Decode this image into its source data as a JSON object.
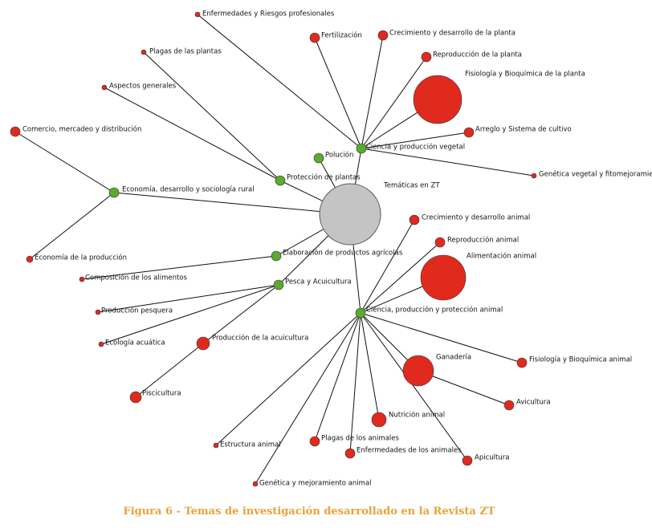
{
  "caption": "Figura 6 - Temas de investigación desarrollado en la Revista ZT",
  "colors": {
    "root": "#c4c4c4",
    "hub": "#5aab2e",
    "leaf": "#e02a1e",
    "caption": "#e8a33a"
  },
  "nodes": [
    {
      "id": "root",
      "label": "Temáticas en ZT",
      "kind": "root"
    },
    {
      "id": "cpv",
      "label": "Ciencia y producción vegetal",
      "kind": "hub"
    },
    {
      "id": "pol",
      "label": "Polución",
      "kind": "hub"
    },
    {
      "id": "ppl",
      "label": "Protección de plantas",
      "kind": "hub"
    },
    {
      "id": "eco",
      "label": "Economía, desarrollo y sociología rural",
      "kind": "hub"
    },
    {
      "id": "epa",
      "label": "Elaboración de productos agrícolas",
      "kind": "hub"
    },
    {
      "id": "pyac",
      "label": "Pesca y Acuicultura",
      "kind": "hub"
    },
    {
      "id": "cppa",
      "label": "Ciencia, producción y protección animal",
      "kind": "hub"
    },
    {
      "id": "erp",
      "label": "Enfermedades y Riesgos profesionales",
      "kind": "leaf"
    },
    {
      "id": "fer",
      "label": "Fertilización",
      "kind": "leaf"
    },
    {
      "id": "cdp",
      "label": "Crecimiento y desarrollo de la planta",
      "kind": "leaf"
    },
    {
      "id": "rep",
      "label": "Reproducción de la planta",
      "kind": "leaf"
    },
    {
      "id": "fbp",
      "label": "Fisiología y Bioquímica de la planta",
      "kind": "leaf"
    },
    {
      "id": "asc",
      "label": "Arreglo y Sistema de cultivo",
      "kind": "leaf"
    },
    {
      "id": "gvf",
      "label": "Genética vegetal y fitomejoramiento",
      "kind": "leaf"
    },
    {
      "id": "plp",
      "label": "Plagas de las plantas",
      "kind": "leaf"
    },
    {
      "id": "asg",
      "label": "Aspectos generales",
      "kind": "leaf"
    },
    {
      "id": "cmd",
      "label": "Comercio, mercadeo y distribución",
      "kind": "leaf"
    },
    {
      "id": "epr",
      "label": "Economía de la producción",
      "kind": "leaf"
    },
    {
      "id": "cal",
      "label": "Composición de los alimentos",
      "kind": "leaf"
    },
    {
      "id": "pp",
      "label": "Producción pesquera",
      "kind": "leaf"
    },
    {
      "id": "ea",
      "label": "Ecología acuática",
      "kind": "leaf"
    },
    {
      "id": "pac",
      "label": "Producción de la acuicultura",
      "kind": "leaf"
    },
    {
      "id": "pis",
      "label": "Piscicultura",
      "kind": "leaf"
    },
    {
      "id": "cda",
      "label": "Crecimiento y desarrollo animal",
      "kind": "leaf"
    },
    {
      "id": "ran",
      "label": "Reproducción animal",
      "kind": "leaf"
    },
    {
      "id": "aan",
      "label": "Alimentación animal",
      "kind": "leaf"
    },
    {
      "id": "fba",
      "label": "Fisiología y Bioquímica animal",
      "kind": "leaf"
    },
    {
      "id": "gan",
      "label": "Ganadería",
      "kind": "leaf"
    },
    {
      "id": "avi",
      "label": "Avicultura",
      "kind": "leaf"
    },
    {
      "id": "nan",
      "label": "Nutrición animal",
      "kind": "leaf"
    },
    {
      "id": "api",
      "label": "Apicultura",
      "kind": "leaf"
    },
    {
      "id": "ena",
      "label": "Enfermedades de los animales",
      "kind": "leaf"
    },
    {
      "id": "pla",
      "label": "Plagas de los animales",
      "kind": "leaf"
    },
    {
      "id": "ean",
      "label": "Estructura animal",
      "kind": "leaf"
    },
    {
      "id": "gma",
      "label": "Genética y mejoramiento animal",
      "kind": "leaf"
    }
  ],
  "edges": [
    [
      "root",
      "cpv"
    ],
    [
      "root",
      "pol"
    ],
    [
      "root",
      "ppl"
    ],
    [
      "root",
      "eco"
    ],
    [
      "root",
      "epa"
    ],
    [
      "root",
      "pyac"
    ],
    [
      "root",
      "cppa"
    ],
    [
      "cpv",
      "erp"
    ],
    [
      "cpv",
      "fer"
    ],
    [
      "cpv",
      "cdp"
    ],
    [
      "cpv",
      "rep"
    ],
    [
      "cpv",
      "fbp"
    ],
    [
      "cpv",
      "asc"
    ],
    [
      "cpv",
      "gvf"
    ],
    [
      "ppl",
      "plp"
    ],
    [
      "ppl",
      "asg"
    ],
    [
      "eco",
      "cmd"
    ],
    [
      "eco",
      "epr"
    ],
    [
      "epa",
      "cal"
    ],
    [
      "pyac",
      "pp"
    ],
    [
      "pyac",
      "ea"
    ],
    [
      "pyac",
      "pac"
    ],
    [
      "pac",
      "pis"
    ],
    [
      "cppa",
      "cda"
    ],
    [
      "cppa",
      "ran"
    ],
    [
      "cppa",
      "aan"
    ],
    [
      "cppa",
      "fba"
    ],
    [
      "cppa",
      "gan"
    ],
    [
      "cppa",
      "nan"
    ],
    [
      "cppa",
      "api"
    ],
    [
      "cppa",
      "ena"
    ],
    [
      "cppa",
      "pla"
    ],
    [
      "cppa",
      "ean"
    ],
    [
      "cppa",
      "gma"
    ],
    [
      "gan",
      "avi"
    ]
  ]
}
